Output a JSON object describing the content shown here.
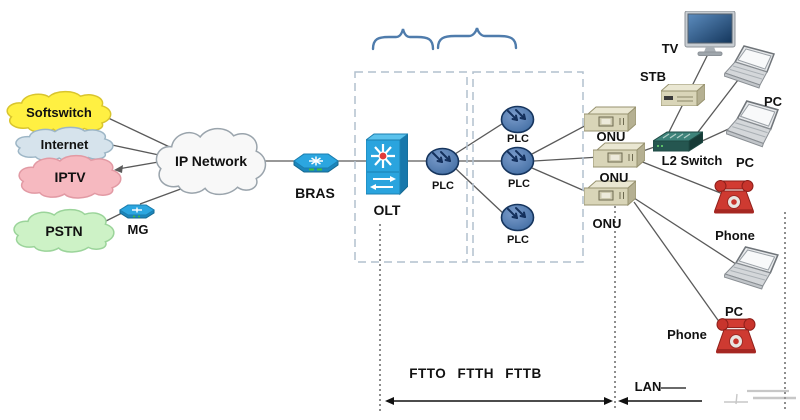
{
  "diagram": {
    "title_implied": "FTTx access network diagram",
    "clouds": {
      "softswitch": {
        "label": "Softswitch",
        "fill": "#FFF042",
        "stroke": "#D9C52E"
      },
      "internet": {
        "label": "Internet",
        "fill": "#D6E3EC",
        "stroke": "#9DB6C6"
      },
      "iptv": {
        "label": "IPTV",
        "fill": "#F6B9C0",
        "stroke": "#E29AA4"
      },
      "pstn": {
        "label": "PSTN",
        "fill": "#CDF2C6",
        "stroke": "#9BD49A"
      },
      "ip_network": {
        "label": "IP Network",
        "fill": "#F8F8F8",
        "stroke": "#9AA4AC"
      }
    },
    "nodes": {
      "mg": {
        "label": "MG"
      },
      "bras": {
        "label": "BRAS"
      },
      "olt": {
        "label": "OLT"
      },
      "plc_main": {
        "label": "PLC"
      },
      "plc_top": {
        "label": "PLC"
      },
      "plc_mid": {
        "label": "PLC"
      },
      "plc_bottom": {
        "label": "PLC"
      },
      "onu_top": {
        "label": "ONU"
      },
      "onu_mid": {
        "label": "ONU"
      },
      "onu_bottom": {
        "label": "ONU"
      },
      "stb": {
        "label": "STB"
      },
      "tv": {
        "label": "TV"
      },
      "l2_switch": {
        "label": "L2 Switch"
      },
      "pc_top": {
        "label": "PC"
      },
      "pc_mid": {
        "label": "PC"
      },
      "pc_bottom": {
        "label": "PC"
      },
      "phone_top": {
        "label": "Phone"
      },
      "phone_bottom": {
        "label": "Phone"
      }
    },
    "annotations": {
      "ftt_span_label": "FTTO FTTH FTTB",
      "lan_span_label": "LAN"
    },
    "colors": {
      "device_blue": "#2AA4DE",
      "device_blue_dark": "#1B86BC",
      "plc_fill": "#4A76AE",
      "plc_arrow": "#14305C",
      "onu_beige": "#D9D5B8",
      "switch_teal": "#2A5F57",
      "phone_red": "#CE3A31",
      "tv_screen": "#2C5F8F",
      "wire_gray": "#5A5A5A",
      "brace_blue": "#4F7CAC",
      "dashed_box": "#B2C0CE",
      "arrow_black": "#111111"
    }
  }
}
